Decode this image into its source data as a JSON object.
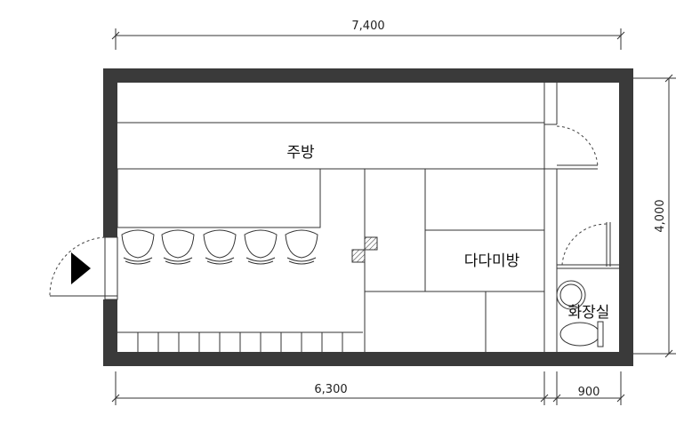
{
  "dimensions": {
    "top_width": "7,400",
    "right_height": "4,000",
    "bottom_left": "6,300",
    "bottom_right": "900"
  },
  "rooms": {
    "kitchen": "주방",
    "tatami_room": "다다미방",
    "restroom": "화장실"
  },
  "counter_stools_count": 5,
  "bench_slats_count": 12,
  "colors": {
    "wall": "#3a3a3a",
    "line": "#333333",
    "entrance_marker": "#000000"
  },
  "icons": {
    "entrance": "entrance-arrow-icon",
    "toilet": "toilet-icon",
    "washbasin": "washbasin-icon"
  }
}
